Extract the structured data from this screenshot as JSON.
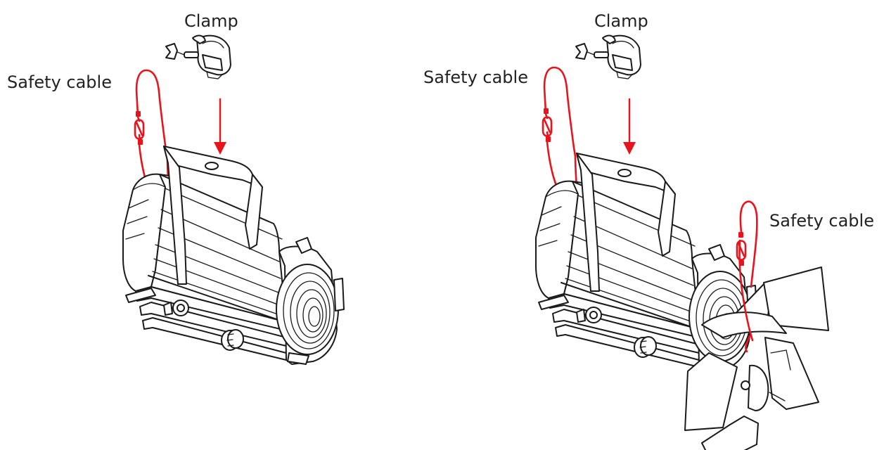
{
  "labels": {
    "left_clamp": "Clamp",
    "left_safety_cable": "Safety cable",
    "right_clamp": "Clamp",
    "right_safety_cable_top": "Safety cable",
    "right_safety_cable_barndoor": "Safety cable"
  },
  "colors": {
    "line": "#1a1a1a",
    "safety_cable": "#e8141b",
    "arrow": "#e8141b",
    "background": "#ffffff"
  }
}
